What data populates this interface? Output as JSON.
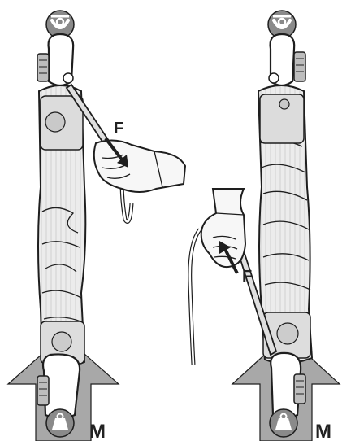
{
  "colors": {
    "outline": "#1e1e1e",
    "sleeve": "#ececec",
    "sleeve_shadow": "#cfcfcf",
    "arrow": "#9a9a9a",
    "badge": "#8a8a8a",
    "glove": "#f7f7f7",
    "label": "#222222"
  },
  "panels": [
    {
      "id": "left",
      "force_label": "F",
      "force_direction": "down",
      "load_label": "M",
      "top_icon": "anchor-symbol-icon",
      "bottom_icon": "load-mass-icon"
    },
    {
      "id": "right",
      "force_label": "F",
      "force_direction": "up",
      "load_label": "M",
      "top_icon": "anchor-symbol-icon",
      "bottom_icon": "load-mass-icon"
    }
  ]
}
